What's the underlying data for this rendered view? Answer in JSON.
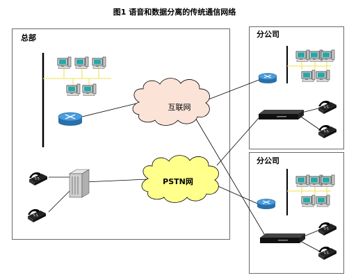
{
  "title": "图1 语音和数据分离的传统通信网络",
  "headquarters": {
    "label": "总部"
  },
  "branch_offices": [
    {
      "label": "分公司"
    },
    {
      "label": "分公司"
    }
  ],
  "clouds": {
    "internet": {
      "label": "互联网",
      "color": "#fbe3d8"
    },
    "pstn": {
      "label": "PSTN网",
      "color": "#ffff8c"
    }
  },
  "colors": {
    "bus_line": "#f2e66e",
    "router": "#3e8fd0",
    "backbone": "#000000",
    "link": "#000000"
  },
  "icons": [
    "computer-icon",
    "router-icon",
    "telephone-icon",
    "pbx-switch-icon",
    "voice-gateway-icon"
  ]
}
